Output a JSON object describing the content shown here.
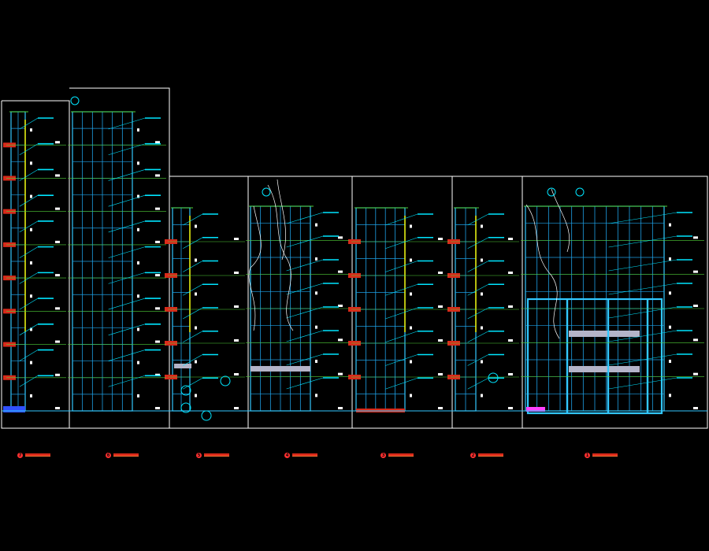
{
  "drawing": {
    "background": "#000000",
    "colors": {
      "frame": "#ffffff",
      "glazing": "#1ea0e6",
      "mullion": "#32c8ff",
      "leader": "#00e5ff",
      "level_line": "#4fcf3a",
      "slab": "#d92a1a",
      "glass_panel": "#b4b4c8",
      "accent": "#ffff00",
      "ground": "#ff40ff"
    }
  },
  "elevations": [
    {
      "id": "7",
      "levels": 9,
      "type": "section"
    },
    {
      "id": "6",
      "levels": 9,
      "type": "curtain-wall"
    },
    {
      "id": "5",
      "levels": 6,
      "type": "section"
    },
    {
      "id": "4",
      "levels": 6,
      "type": "curtain-wall"
    },
    {
      "id": "3",
      "levels": 6,
      "type": "section"
    },
    {
      "id": "2",
      "levels": 6,
      "type": "section"
    },
    {
      "id": "1",
      "levels": 6,
      "type": "curtain-wall"
    }
  ],
  "titles": [
    {
      "number": "7"
    },
    {
      "number": "6"
    },
    {
      "number": "5"
    },
    {
      "number": "4"
    },
    {
      "number": "3"
    },
    {
      "number": "2"
    },
    {
      "number": "1"
    }
  ]
}
